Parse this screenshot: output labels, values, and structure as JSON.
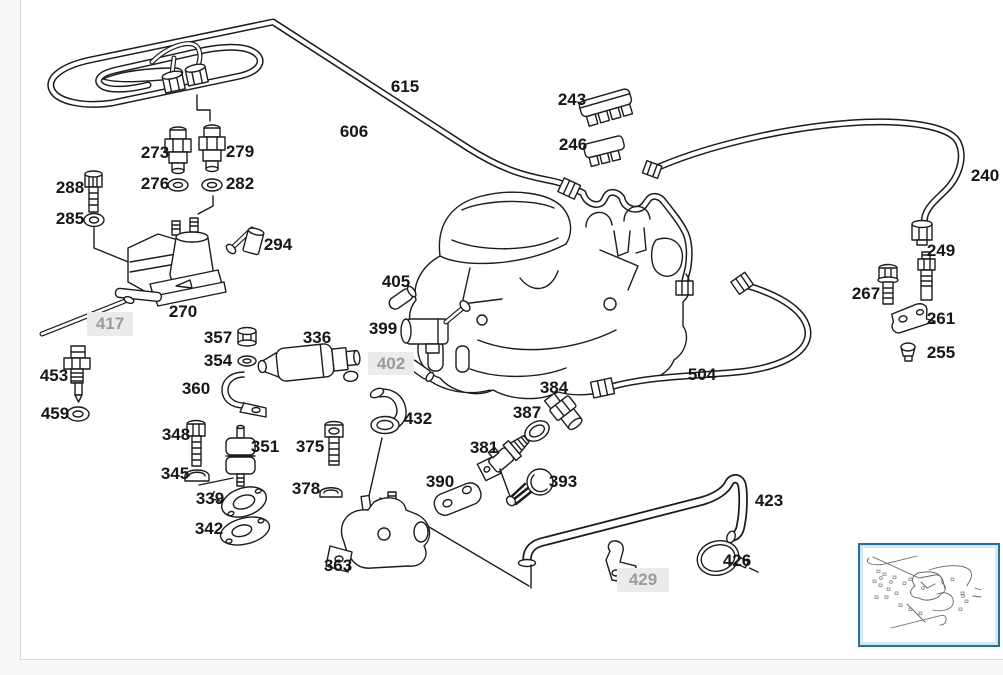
{
  "page": {
    "background": "#f7f7f7",
    "canvas_background": "#ffffff",
    "frame_border": "#d9d9d9"
  },
  "colors": {
    "line": "#1c1c1c",
    "label_text": "#161616",
    "ghost_text": "#9b9b9b",
    "ghost_background": "#ebebeb",
    "thumbnail_border_outer": "#2e6f8e",
    "thumbnail_border_inner": "#cfe9f5"
  },
  "diagram": {
    "labels": [
      {
        "text": "615",
        "ghost": false
      },
      {
        "text": "606",
        "ghost": false
      },
      {
        "text": "243",
        "ghost": false
      },
      {
        "text": "246",
        "ghost": false
      },
      {
        "text": "240",
        "ghost": false
      },
      {
        "text": "249",
        "ghost": false
      },
      {
        "text": "267",
        "ghost": false
      },
      {
        "text": "261",
        "ghost": false
      },
      {
        "text": "255",
        "ghost": false
      },
      {
        "text": "288",
        "ghost": false
      },
      {
        "text": "285",
        "ghost": false
      },
      {
        "text": "273",
        "ghost": false
      },
      {
        "text": "279",
        "ghost": false
      },
      {
        "text": "276",
        "ghost": false
      },
      {
        "text": "282",
        "ghost": false
      },
      {
        "text": "294",
        "ghost": false
      },
      {
        "text": "270",
        "ghost": false
      },
      {
        "text": "417",
        "ghost": true
      },
      {
        "text": "357",
        "ghost": false
      },
      {
        "text": "354",
        "ghost": false
      },
      {
        "text": "336",
        "ghost": false
      },
      {
        "text": "405",
        "ghost": false
      },
      {
        "text": "399",
        "ghost": false
      },
      {
        "text": "402",
        "ghost": true
      },
      {
        "text": "360",
        "ghost": false
      },
      {
        "text": "453",
        "ghost": false
      },
      {
        "text": "459",
        "ghost": false
      },
      {
        "text": "432",
        "ghost": false
      },
      {
        "text": "348",
        "ghost": false
      },
      {
        "text": "351",
        "ghost": false
      },
      {
        "text": "375",
        "ghost": false
      },
      {
        "text": "345",
        "ghost": false
      },
      {
        "text": "378",
        "ghost": false
      },
      {
        "text": "339",
        "ghost": false
      },
      {
        "text": "342",
        "ghost": false
      },
      {
        "text": "363",
        "ghost": false
      },
      {
        "text": "381",
        "ghost": false
      },
      {
        "text": "390",
        "ghost": false
      },
      {
        "text": "387",
        "ghost": false
      },
      {
        "text": "384",
        "ghost": false
      },
      {
        "text": "393",
        "ghost": false
      },
      {
        "text": "504",
        "ghost": false
      },
      {
        "text": "423",
        "ghost": false
      },
      {
        "text": "426",
        "ghost": false
      },
      {
        "text": "429",
        "ghost": false
      }
    ]
  }
}
